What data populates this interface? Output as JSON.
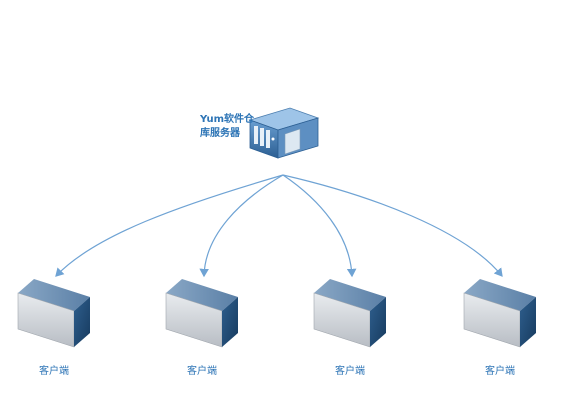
{
  "server": {
    "label_line1": "Yum软件仓",
    "label_line2": "库服务器",
    "icon": "server-rack-icon"
  },
  "clients": [
    {
      "label": "客户端",
      "icon": "client-box-icon"
    },
    {
      "label": "客户端",
      "icon": "client-box-icon"
    },
    {
      "label": "客户端",
      "icon": "client-box-icon"
    },
    {
      "label": "客户端",
      "icon": "client-box-icon"
    }
  ],
  "colors": {
    "arrow": "#6fa3d4",
    "label": "#2e75b6",
    "box_front": "#1f4e79",
    "box_top": "#9cb3c9",
    "box_side": "#d4d7db"
  }
}
